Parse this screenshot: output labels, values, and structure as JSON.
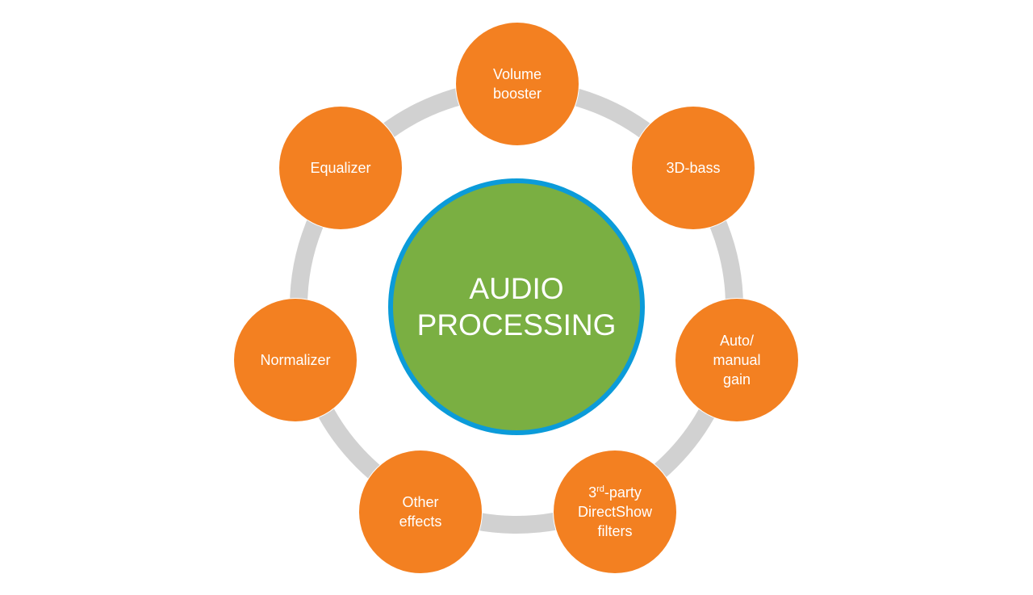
{
  "diagram": {
    "title_lines": [
      "AUDIO",
      "PROCESSING"
    ],
    "colors": {
      "center_fill": "#7aaf42",
      "center_border": "#0b9bd9",
      "node_fill": "#f38021",
      "ring": "#d1d1d1",
      "text": "#ffffff"
    },
    "nodes": [
      {
        "id": "volume-booster",
        "lines": [
          "Volume",
          "booster"
        ]
      },
      {
        "id": "3d-bass",
        "lines": [
          "3D-bass"
        ]
      },
      {
        "id": "auto-manual-gain",
        "lines": [
          "Auto/",
          "manual",
          "gain"
        ]
      },
      {
        "id": "directshow-filters",
        "lines": [
          "3rd-party",
          "DirectShow",
          "filters"
        ],
        "superscript": "rd",
        "prefix": "3",
        "suffix": "-party"
      },
      {
        "id": "other-effects",
        "lines": [
          "Other",
          "effects"
        ]
      },
      {
        "id": "normalizer",
        "lines": [
          "Normalizer"
        ]
      },
      {
        "id": "equalizer",
        "lines": [
          "Equalizer"
        ]
      }
    ]
  }
}
